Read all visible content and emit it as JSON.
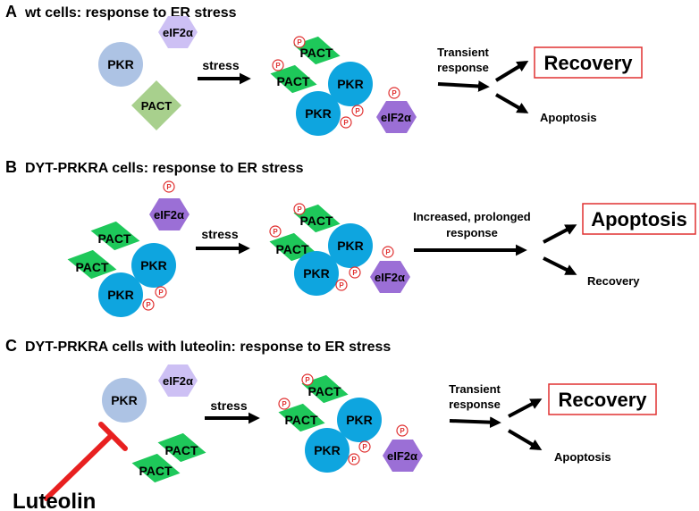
{
  "panels": [
    {
      "letter": "A",
      "title": "wt cells: response to ER stress",
      "stress_label": "stress",
      "response_lines": [
        "Transient",
        "response"
      ],
      "major_outcome": "Recovery",
      "minor_outcome": "Apoptosis"
    },
    {
      "letter": "B",
      "title": "DYT-PRKRA cells: response to ER stress",
      "stress_label": "stress",
      "response_lines": [
        "Increased, prolonged",
        "response"
      ],
      "major_outcome": "Apoptosis",
      "minor_outcome": "Recovery"
    },
    {
      "letter": "C",
      "title": "DYT-PRKRA cells with luteolin: response to ER stress",
      "stress_label": "stress",
      "response_lines": [
        "Transient",
        "response"
      ],
      "major_outcome": "Recovery",
      "minor_outcome": "Apoptosis"
    }
  ],
  "molecules": {
    "pkr": "PKR",
    "pact": "PACT",
    "eif2a": "eIF2α",
    "phospho": "P"
  },
  "inhibitor": "Luteolin",
  "colors": {
    "pkr_inactive": "#adc3e4",
    "pkr_active": "#0ea5df",
    "pact_inactive": "#a8d08d",
    "pact_active": "#1ec85a",
    "eif2a_inactive": "#cdc0f4",
    "eif2a_active": "#9b6fd6",
    "phospho": "#e03030",
    "outcome_box": "#e03030",
    "inhibitor": "#e82020"
  }
}
